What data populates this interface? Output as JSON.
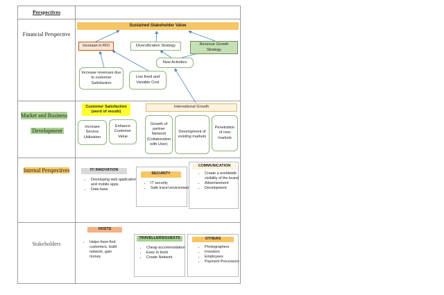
{
  "header": {
    "perspectives": "Perspectives"
  },
  "rows": {
    "financial": "Financial Perspective",
    "market_line1": "Market and Business",
    "market_line2": "Development",
    "internal": "Internal Perspectives",
    "stakeholders": "Stakeholders"
  },
  "financial": {
    "top": "Sustained Stakeholder Value",
    "roi": "Increase in ROI",
    "diversification": "Diversification Strategy",
    "revenue_growth": "Revenue Growth Strategy",
    "new_activities": "New Activities",
    "increase_revenues": "Increase revenues due to customer Satisfaction",
    "low_fixed": "Low fixed and Variable Cost"
  },
  "market": {
    "customer_sat": "Customer Satisfaction (word of mouth)",
    "international": "International Growth",
    "increase_service": "Increase Service Utilization",
    "enhance_value": "Enhance Customer Value",
    "growth_partner": "Growth of partner Network (Collaboration with User)",
    "development": "Development of existing markets",
    "penetration": "Penetration of new markets"
  },
  "internal": {
    "it_title": "IT/ INNOVATION",
    "it_items": [
      "Developing web application and mobile apps.",
      "Data base"
    ],
    "security_title": "SECURITY",
    "security_items": [
      "IT security",
      "Safe travel environment"
    ],
    "comm_title": "COMMUNICATION",
    "comm_items": [
      "Create a worldwide visibility of the brand",
      "Advertisement",
      "Development"
    ]
  },
  "stakeholders": {
    "hosts_title": "HOSTS",
    "hosts_items": [
      "Helps them find customers, build network, gain money"
    ],
    "travellers_title": "TRAVELLERS/GUESTS",
    "travellers_items": [
      "Cheap accommodation",
      "Easy to book",
      "Create Network"
    ],
    "others_title": "OTHERS",
    "others_items": [
      "Photographers",
      "Investors",
      "Employees",
      "Payment Processors"
    ]
  },
  "colors": {
    "orange": "#f6c564",
    "salmon": "#f4b183",
    "green": "#a9d18e",
    "yellow": "#ffff33",
    "blue_arrow": "#4f81bd",
    "border": "#9a9a9a"
  }
}
